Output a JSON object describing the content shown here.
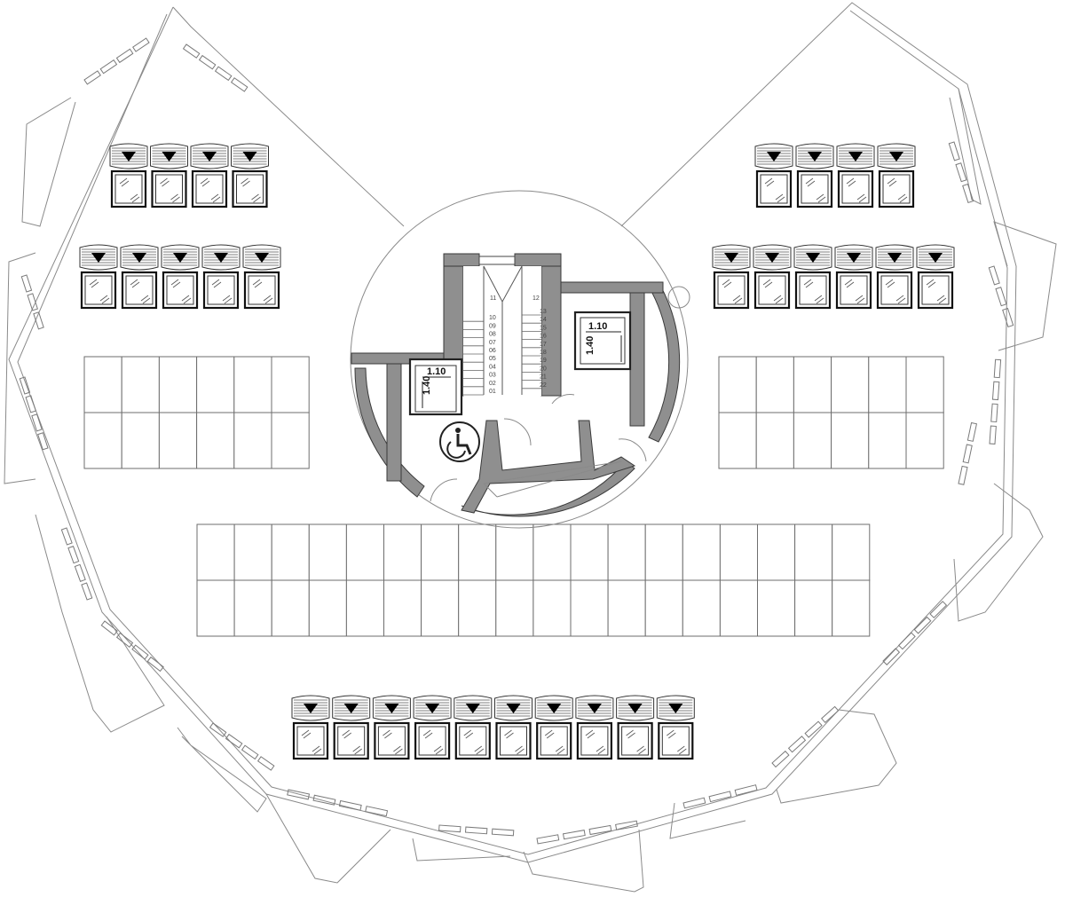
{
  "plan": {
    "elevators": [
      {
        "id": "left",
        "width_label": "1.10",
        "depth_label": "1.40"
      },
      {
        "id": "right",
        "width_label": "1.10",
        "depth_label": "1.40"
      }
    ],
    "stair": {
      "left_flight": [
        "01",
        "02",
        "03",
        "04",
        "05",
        "06",
        "07",
        "08",
        "09",
        "10"
      ],
      "top_labels": [
        "11",
        "12"
      ],
      "right_flight": [
        "13",
        "14",
        "15",
        "16",
        "17",
        "18",
        "19",
        "20",
        "21",
        "22"
      ]
    },
    "symbols": [
      "accessibility-icon",
      "down-arrow-icon",
      "window-pane-icon"
    ]
  }
}
